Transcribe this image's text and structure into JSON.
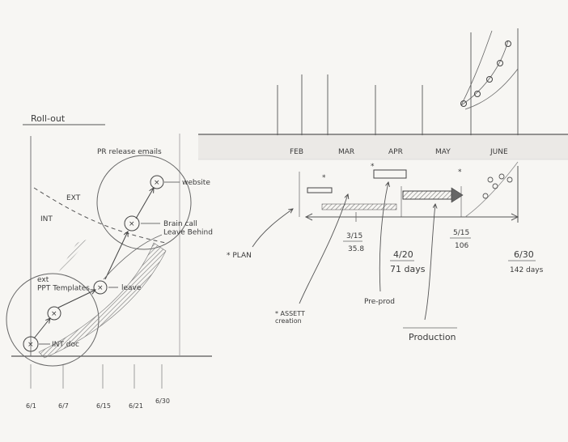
{
  "left_panel": {
    "title": "Roll-out",
    "region_ext": "EXT",
    "region_int": "INT",
    "nodes": {
      "int_doc": "INT doc",
      "ppt_templates": "ext\nPPT Templates",
      "leave": "leave",
      "brain_call": "Brain call\nLeave Behind",
      "pr_release_emails": "PR release emails",
      "website": "website"
    },
    "dates": [
      "6/1",
      "6/7",
      "6/15",
      "6/21",
      "6/30"
    ]
  },
  "right_panel": {
    "months": [
      "FEB",
      "MAR",
      "APR",
      "MAY",
      "JUNE"
    ],
    "milestones": [
      {
        "date": "3/15",
        "value": "35.8"
      },
      {
        "date": "4/20",
        "value": "71 days"
      },
      {
        "date": "5/15",
        "value": "106"
      },
      {
        "date": "6/30",
        "value": "142 days"
      }
    ],
    "labels": {
      "plan": "* PLAN",
      "assets": "* ASSETT\ncreation",
      "preprod": "Pre-prod",
      "production": "Production"
    }
  }
}
